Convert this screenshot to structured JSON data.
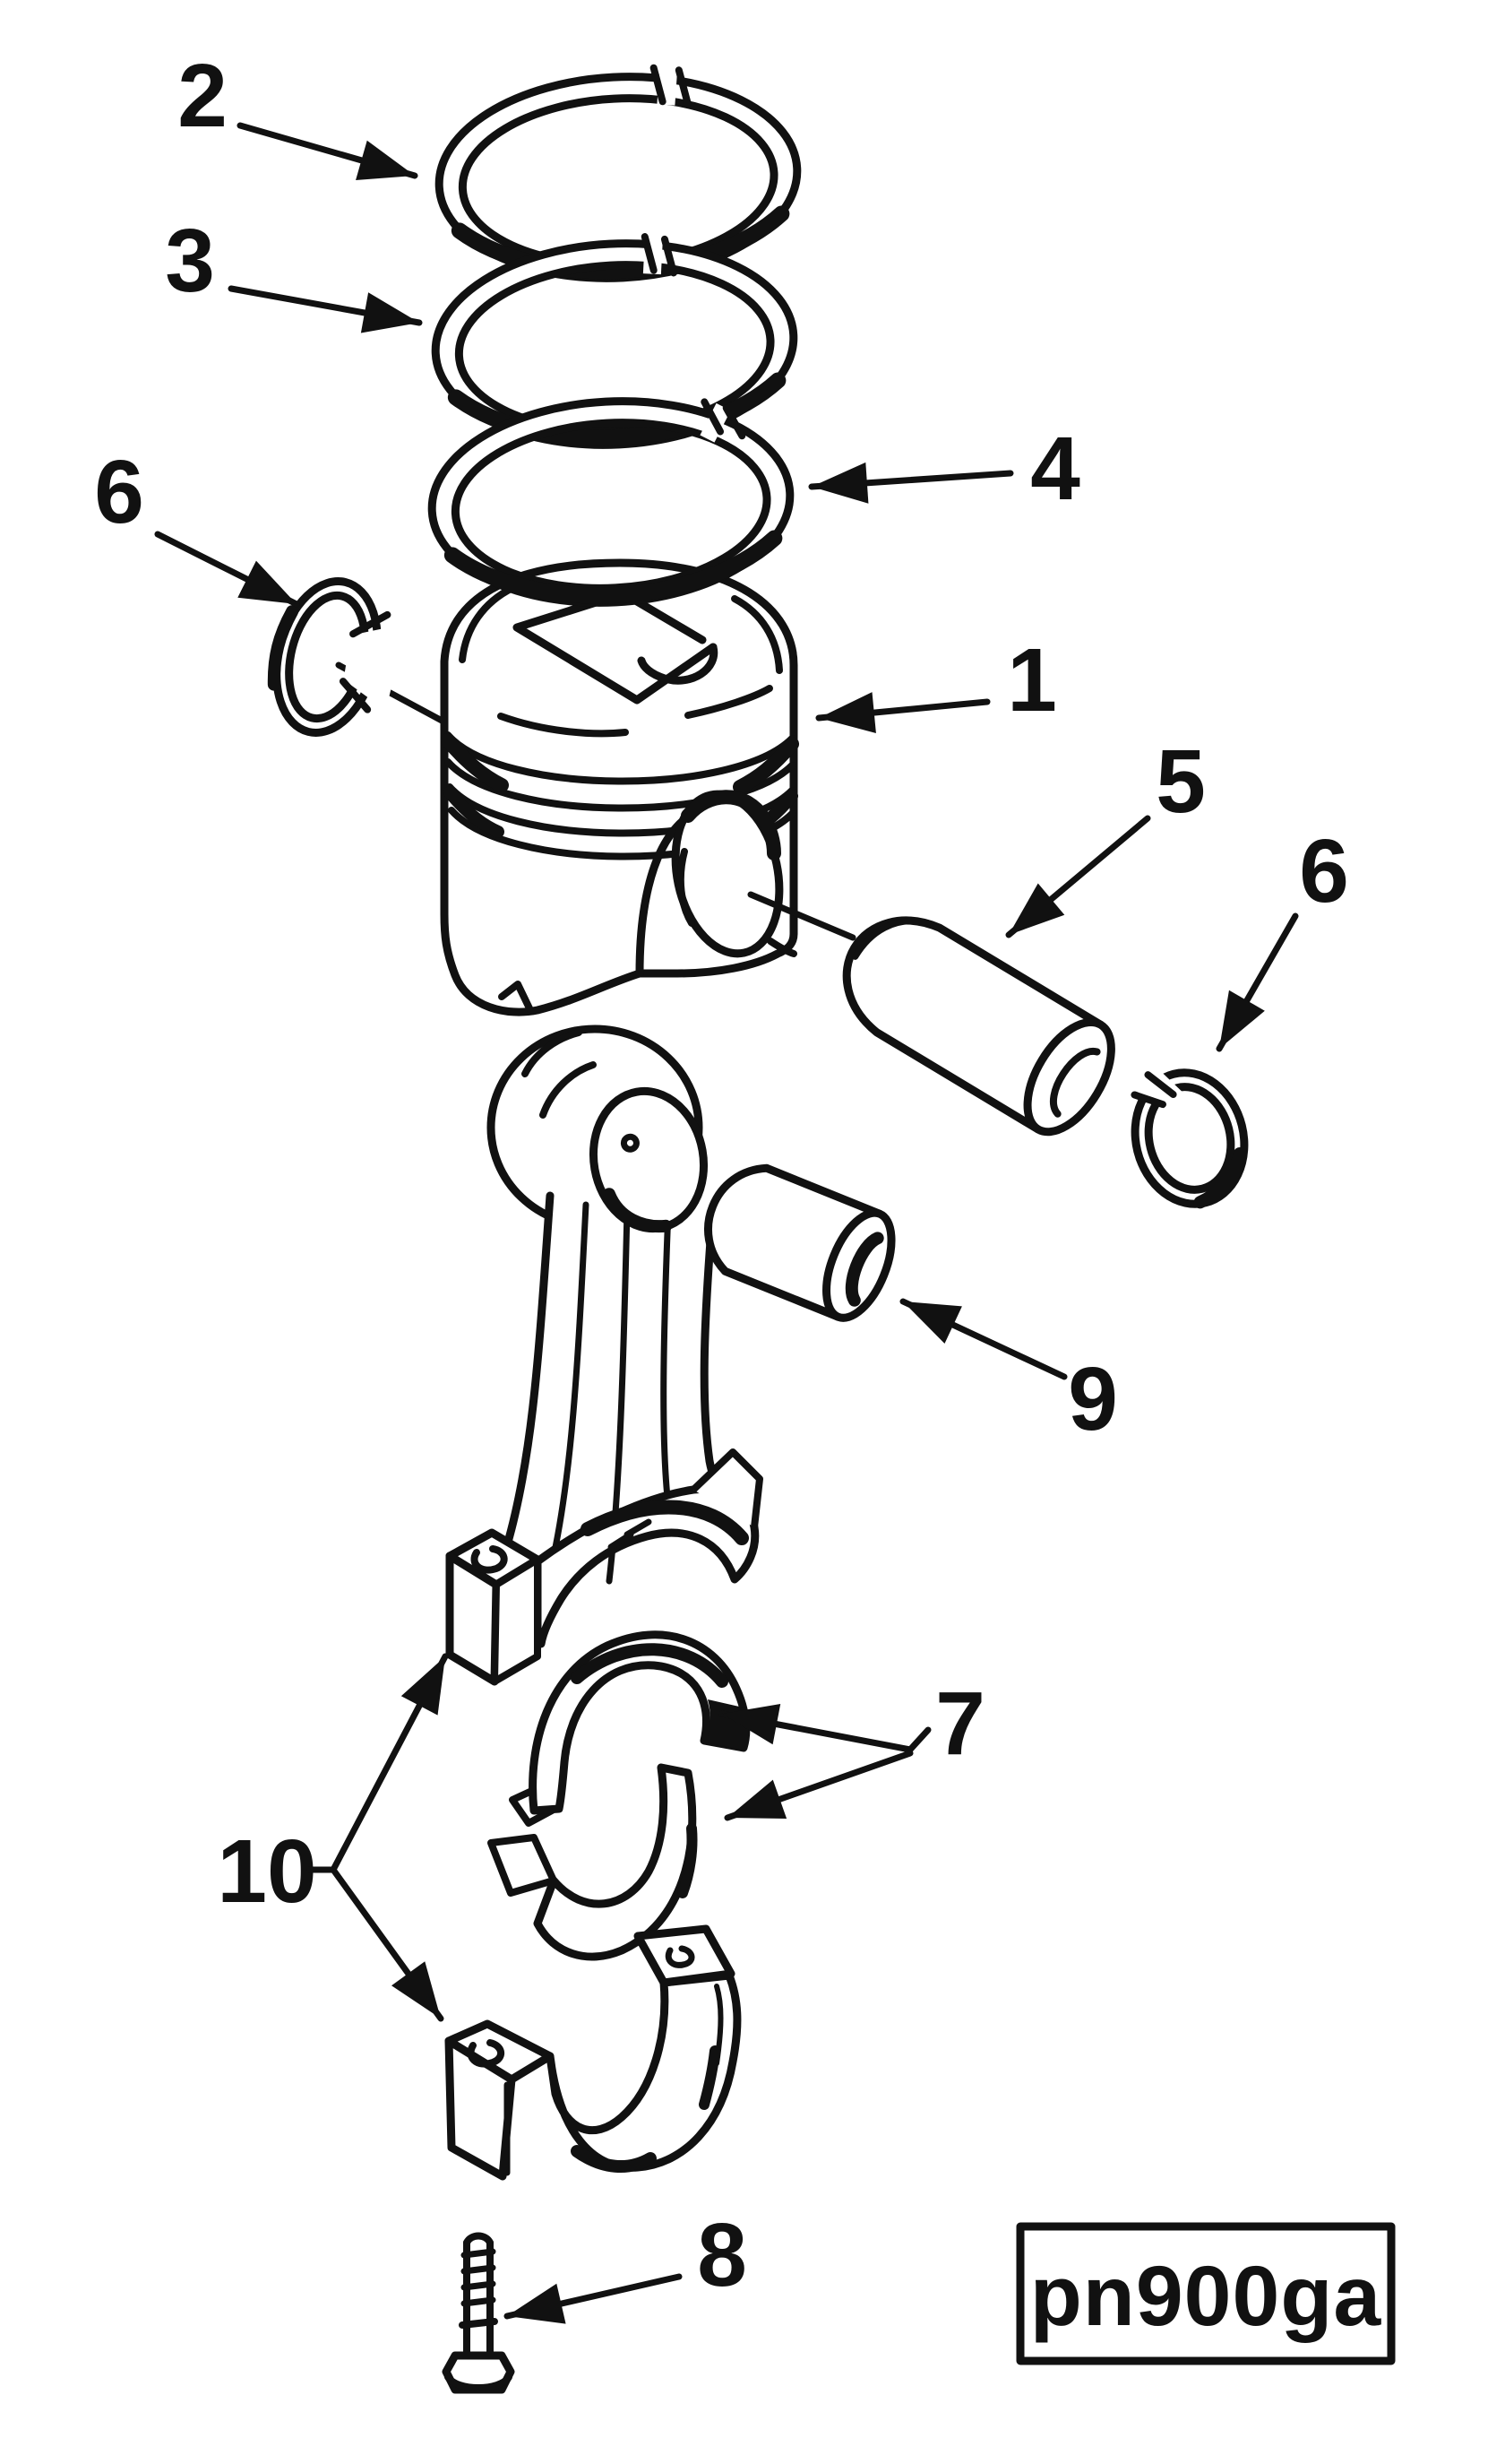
{
  "diagram": {
    "paper_color": "#ffffff",
    "ink_color": "#111111",
    "part_code": "pn900ga",
    "callouts": {
      "piston": "1",
      "top_compression_ring": "2",
      "second_compression_ring": "3",
      "oil_control_ring": "4",
      "piston_pin": "5",
      "retaining_ring_left": "6",
      "retaining_ring_right": "6",
      "bearing_shells": "7",
      "cap_bolt": "8",
      "pin_bushing": "9",
      "rod_and_cap": "10"
    }
  }
}
